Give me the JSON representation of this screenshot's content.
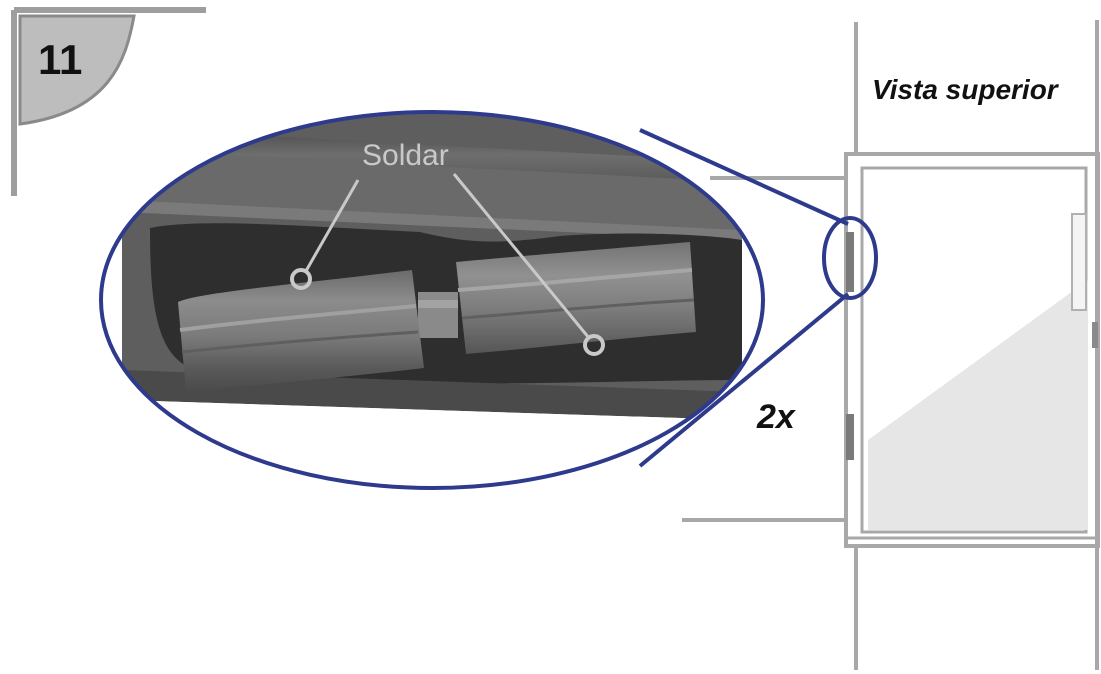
{
  "step": {
    "number": "11"
  },
  "view": {
    "label": "Vista superior"
  },
  "quantity": {
    "label": "2x"
  },
  "callout": {
    "label": "Soldar"
  },
  "colors": {
    "magnifier_outline": "#2e3a8c",
    "badge_fill": "#bdbdbd",
    "frame_line": "#9e9e9e",
    "shaded_area": "#e6e6e6",
    "label_text": "#111111",
    "callout_text": "#c9c9c9"
  }
}
